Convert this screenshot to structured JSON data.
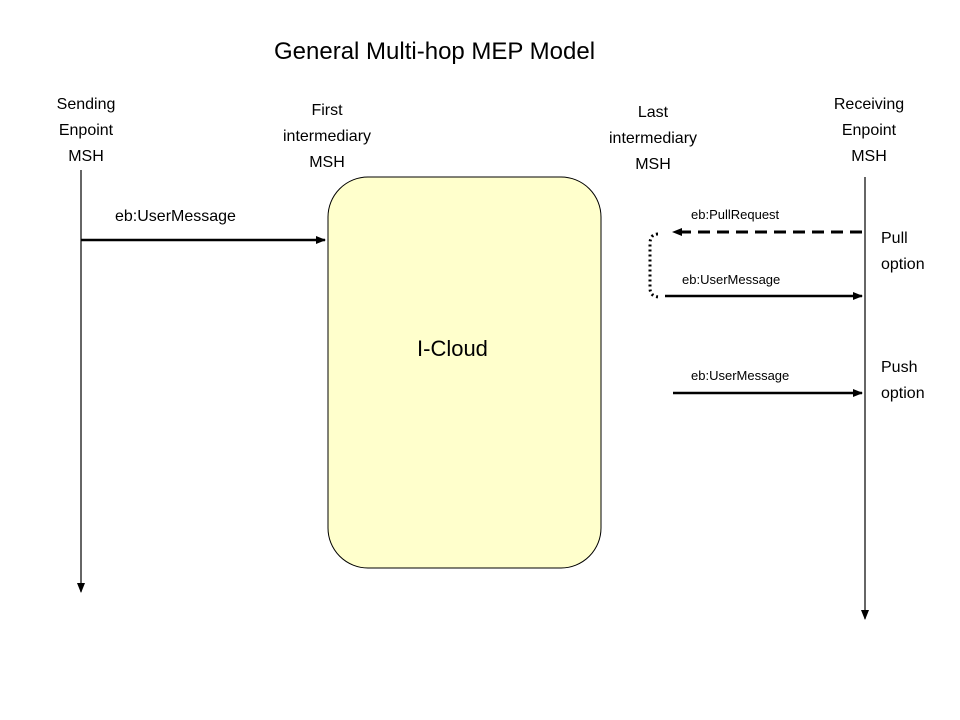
{
  "title": "General Multi-hop MEP Model",
  "actors": {
    "sending": "Sending\nEnpoint\nMSH",
    "first": "First\nintermediary\nMSH",
    "last": "Last\nintermediary\nMSH",
    "receiving": "Receiving\nEnpoint\nMSH"
  },
  "cloud_label": "I-Cloud",
  "messages": {
    "send_user_message": "eb:UserMessage",
    "pull_request": "eb:PullRequest",
    "pull_user_message": "eb:UserMessage",
    "push_user_message": "eb:UserMessage"
  },
  "options": {
    "pull": "Pull\noption",
    "push": "Push\noption"
  },
  "colors": {
    "cloud_fill": "#ffffcc",
    "line": "#000000"
  }
}
